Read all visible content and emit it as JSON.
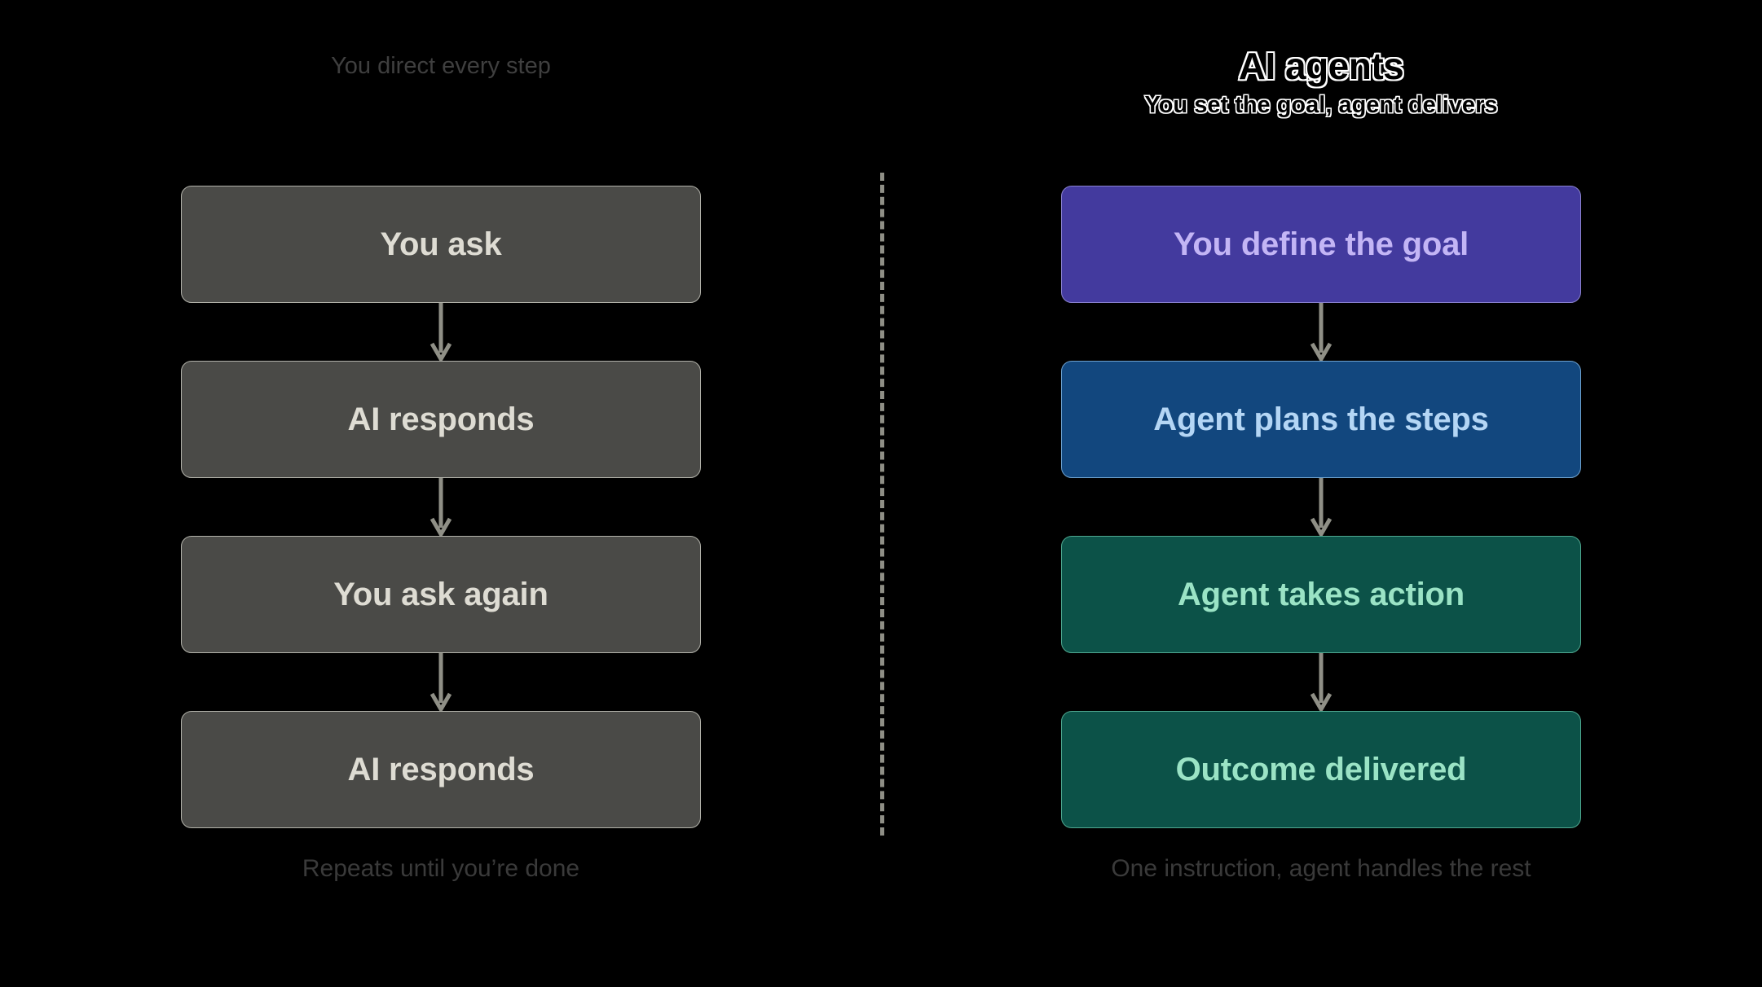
{
  "background_color": "#000000",
  "divider": {
    "style": "dashed-vertical",
    "color": "#8f8f86"
  },
  "columns": [
    {
      "id": "traditional-ai",
      "side": "left",
      "title": "",
      "subtitle": "You direct every step",
      "caption": "Repeats until you’re done",
      "title_color": "#000000",
      "subtitle_color": "#3f3f3f",
      "caption_color": "#3a3a3a",
      "nodes": [
        {
          "label": "You ask",
          "fill": "#4a4a47",
          "text_color": "#dedcd3",
          "border_color": "#b2b2aa",
          "theme": "grey"
        },
        {
          "label": "AI responds",
          "fill": "#4a4a47",
          "text_color": "#dedcd3",
          "border_color": "#b2b2aa",
          "theme": "grey"
        },
        {
          "label": "You ask again",
          "fill": "#4a4a47",
          "text_color": "#dedcd3",
          "border_color": "#b2b2aa",
          "theme": "grey"
        },
        {
          "label": "AI responds",
          "fill": "#4a4a47",
          "text_color": "#dedcd3",
          "border_color": "#b2b2aa",
          "theme": "grey"
        }
      ]
    },
    {
      "id": "ai-agents",
      "side": "right",
      "title": "AI agents",
      "subtitle": "You set the goal, agent delivers",
      "caption": "One instruction, agent handles the rest",
      "title_color": "#ffffff",
      "subtitle_color": "#ffffff",
      "caption_color": "#3a3a3a",
      "nodes": [
        {
          "label": "You define the goal",
          "fill": "#433a9e",
          "text_color": "#c3b5f5",
          "border_color": "#8a82cf",
          "theme": "purple"
        },
        {
          "label": "Agent plans the steps",
          "fill": "#12477e",
          "text_color": "#b4d6f5",
          "border_color": "#6ea2cf",
          "theme": "blue"
        },
        {
          "label": "Agent takes action",
          "fill": "#0c5248",
          "text_color": "#9ae3c5",
          "border_color": "#4fa890",
          "theme": "green"
        },
        {
          "label": "Outcome delivered",
          "fill": "#0c5248",
          "text_color": "#9ae3c5",
          "border_color": "#4fa890",
          "theme": "green"
        }
      ]
    }
  ],
  "arrows": {
    "count_per_column": 3,
    "color": "#8f8f86",
    "direction": "down"
  }
}
